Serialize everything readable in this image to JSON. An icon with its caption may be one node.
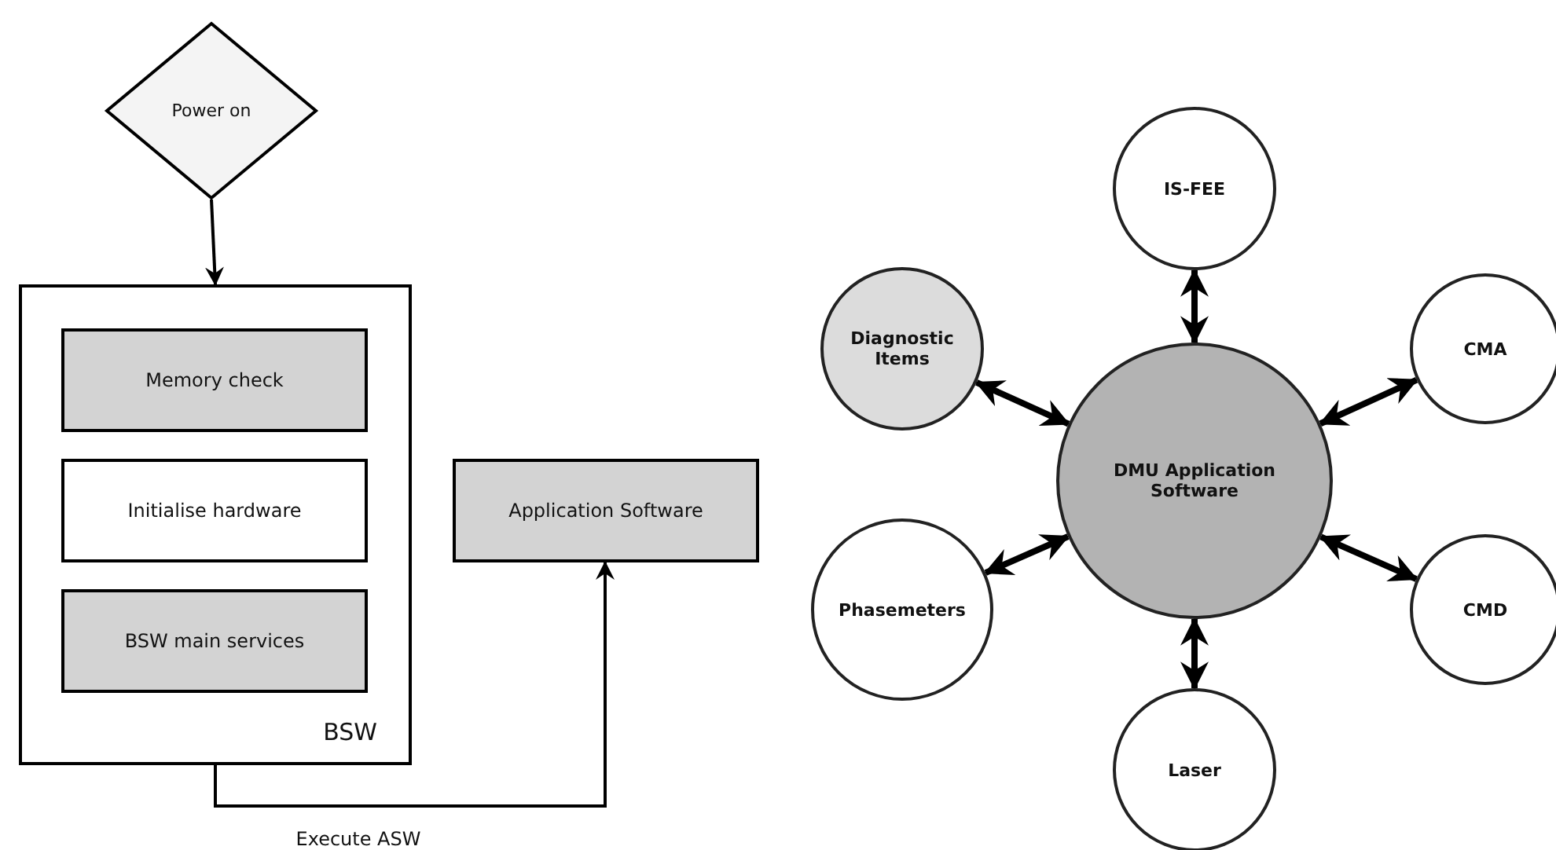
{
  "diagram": {
    "nodes": [
      {
        "text": [
          "Power on"
        ]
      },
      {
        "text": [
          "BSW"
        ]
      },
      {
        "text": [
          "Memory check"
        ],
        "in": 1
      },
      {
        "text": [
          "Initialise hardware"
        ],
        "in": 1
      },
      {
        "text": [
          "BSW main services"
        ],
        "in": 1
      },
      {
        "text": [
          "Application Software"
        ]
      },
      {
        "text": [
          "IS-FEE"
        ]
      },
      {
        "text": [
          "Diagnostic Items"
        ]
      },
      {
        "text": [
          "CMA"
        ]
      },
      {
        "text": [
          "DMU Application Software"
        ]
      },
      {
        "text": [
          "Phasemeters"
        ]
      },
      {
        "text": [
          "CMD"
        ]
      },
      {
        "text": [
          "Laser"
        ]
      }
    ],
    "edges": [
      {
        "from": 0,
        "to": 1,
        "arrow": "to"
      },
      {
        "from": 1,
        "to": 5,
        "arrow": "to",
        "label": "Execute ASW"
      },
      {
        "from": 9,
        "to": 6,
        "arrow": "both"
      },
      {
        "from": 9,
        "to": 7,
        "arrow": "both"
      },
      {
        "from": 9,
        "to": 8,
        "arrow": "both"
      },
      {
        "from": 9,
        "to": 10,
        "arrow": "both"
      },
      {
        "from": 9,
        "to": 11,
        "arrow": "both"
      },
      {
        "from": 9,
        "to": 12,
        "arrow": "both"
      }
    ]
  }
}
